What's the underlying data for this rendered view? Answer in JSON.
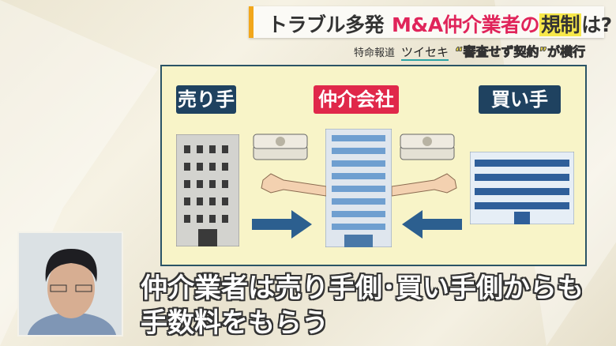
{
  "banner": {
    "title_part1": "トラブル多発",
    "title_part2": "M&A仲介業者の",
    "title_highlight": "規制",
    "title_part3": "は?",
    "program": "特命報道",
    "brand": "ツイセキ",
    "subheadline": "“審査せず契約”が横行"
  },
  "diagram": {
    "seller": "売り手",
    "broker": "仲介会社",
    "buyer": "買い手",
    "colors": {
      "seller_label": "#1f4260",
      "broker_label": "#e0284a",
      "buyer_label": "#1f4260",
      "panel": "#f8f4c8"
    }
  },
  "caption": {
    "line1": "仲介業者は売り手側･買い手側からも",
    "line2": "手数料をもらう"
  }
}
